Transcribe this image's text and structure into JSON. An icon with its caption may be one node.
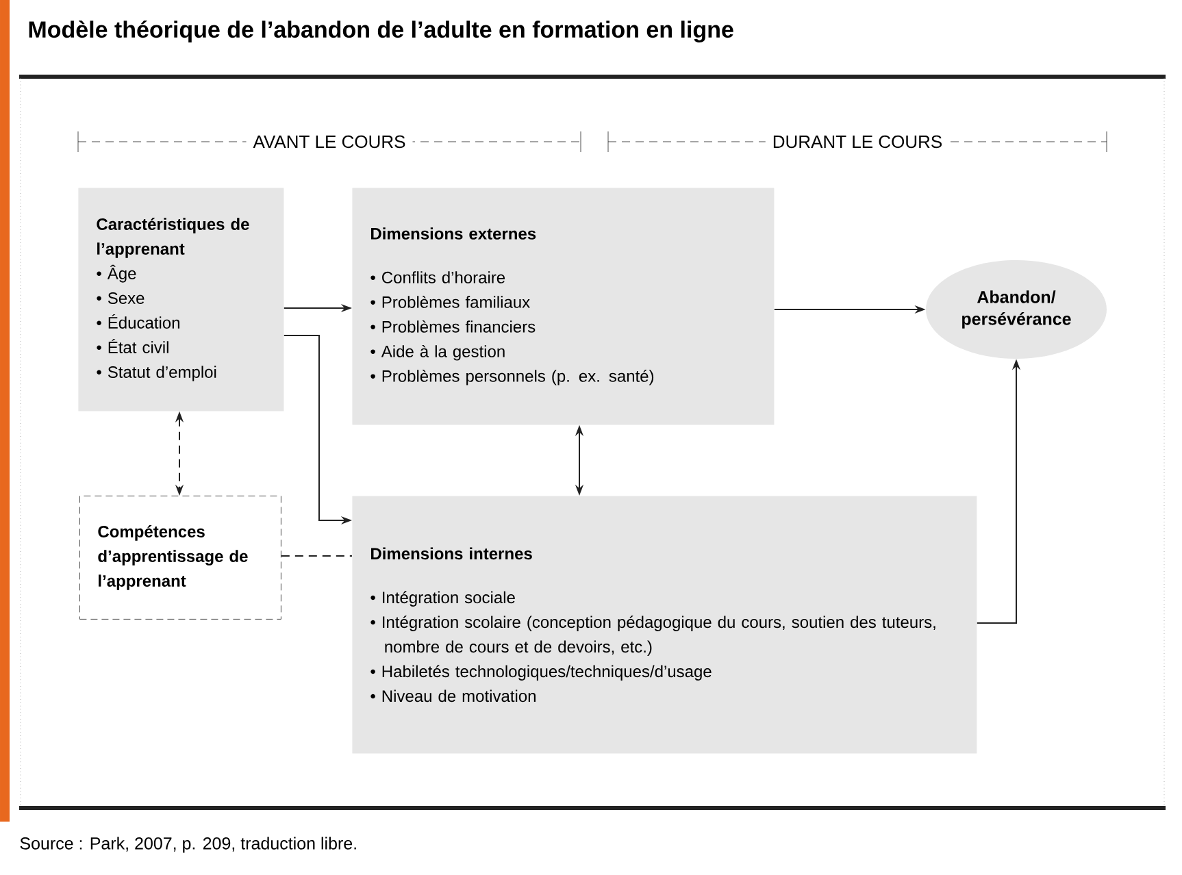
{
  "diagram": {
    "title": "Modèle théorique de l’abandon de l’adulte en formation en ligne",
    "caption": "Source : Park, 2007, p. 209, traduction libre.",
    "nodes": [
      {
        "text": [
          "Caractéristiques de l’apprenant",
          "• Âge",
          "• Sexe",
          "• Éducation",
          "• État civil",
          "• Statut d’emploi"
        ]
      },
      {
        "text": [
          "Dimensions externes",
          "• Conflits d’horaire",
          "• Problèmes familiaux",
          "• Problèmes financiers",
          "• Aide à la gestion",
          "• Problèmes personnels (p. ex. santé)"
        ]
      },
      {
        "text": [
          "Abandon/ persévérance"
        ]
      },
      {
        "text": [
          "Compétences d’apprentissage de l’apprenant"
        ]
      },
      {
        "text": [
          "Dimensions internes",
          "• Intégration sociale",
          "• Intégration scolaire (conception pédagogique du cours, soutien des tuteurs, nombre de cours et de devoirs, etc.)",
          "• Habiletés technologiques/techniques/d’usage",
          "• Niveau de motivation"
        ]
      }
    ],
    "edges": [
      {
        "from": 0,
        "to": 1,
        "arrow": "to"
      },
      {
        "from": 0,
        "to": 4,
        "arrow": "to"
      },
      {
        "from": 1,
        "to": 2,
        "arrow": "to"
      },
      {
        "from": 1,
        "to": 4,
        "arrow": "both"
      },
      {
        "from": 4,
        "to": 2,
        "arrow": "to"
      },
      {
        "from": 0,
        "to": 3,
        "arrow": "both",
        "style": "dashed"
      },
      {
        "from": 3,
        "to": 4,
        "arrow": "none",
        "style": "dashed"
      }
    ],
    "labels": [
      "AVANT LE COURS",
      "DURANT LE COURS"
    ]
  }
}
